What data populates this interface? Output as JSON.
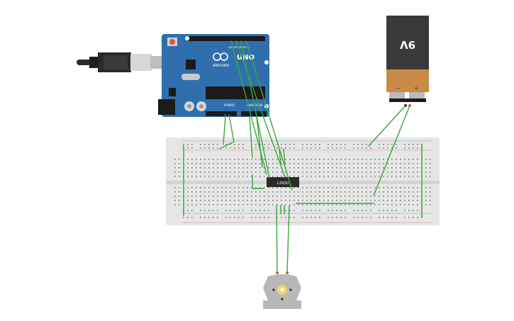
{
  "components": {
    "arduino": {
      "brand": "ARDUINO",
      "model": "UNO",
      "label_digital": "DIGITAL (PWM~)",
      "label_power": "POWER",
      "label_analog": "ANALOG IN",
      "color_board": "#2f6fae",
      "color_dark": "#1f4f85"
    },
    "battery": {
      "label": "9V",
      "minus": "−",
      "plus": "+",
      "color_top": "#3a3a3a",
      "color_bottom": "#c98a48"
    },
    "ic": {
      "label": "L293D"
    },
    "motor": {
      "color": "#b8b8b8",
      "shaft": "#f2d66b"
    },
    "breadboard": {
      "color": "#e6e6e6",
      "hole_color": "#7a7a7a",
      "rail_red": "#d9534f",
      "rail_blue": "#4a7fd1"
    },
    "wire_color": "#3aa63a"
  }
}
